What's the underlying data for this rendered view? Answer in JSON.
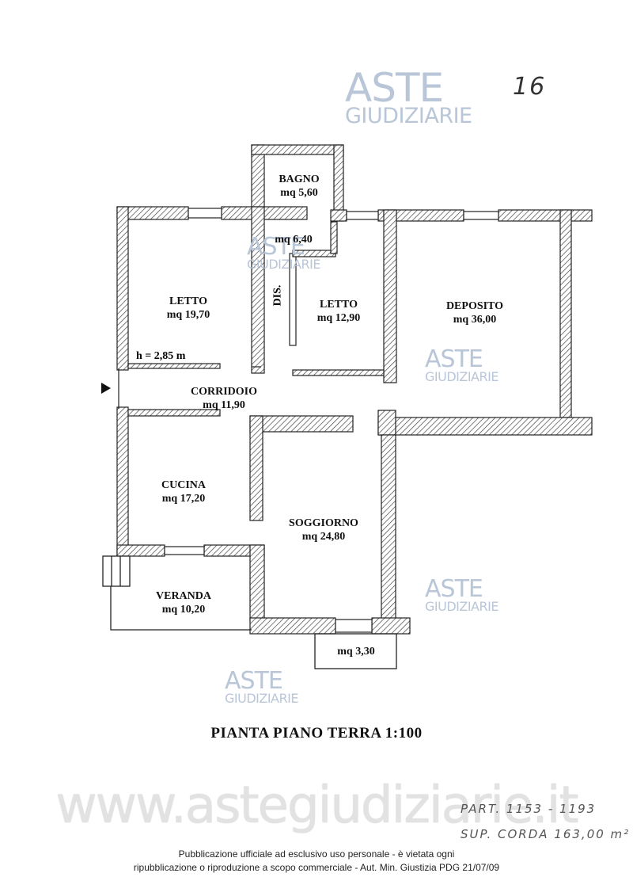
{
  "page_number": "16",
  "watermark": {
    "brand_line1": "ASTE",
    "brand_line2": "GIUDIZIARIE",
    "site": "www.astegiudiziarie.it"
  },
  "rooms": [
    {
      "id": "bagno",
      "name": "BAGNO",
      "area": "mq 5,60"
    },
    {
      "id": "dis",
      "name": "DIS.",
      "area": "mq 6,40"
    },
    {
      "id": "letto1",
      "name": "LETTO",
      "area": "mq 19,70"
    },
    {
      "id": "letto2",
      "name": "LETTO",
      "area": "mq 12,90"
    },
    {
      "id": "deposito",
      "name": "DEPOSITO",
      "area": "mq 36,00"
    },
    {
      "id": "corridoio",
      "name": "CORRIDOIO",
      "area": "mq 11,90"
    },
    {
      "id": "cucina",
      "name": "CUCINA",
      "area": "mq 17,20"
    },
    {
      "id": "soggiorno",
      "name": "SOGGIORNO",
      "area": "mq 24,80"
    },
    {
      "id": "veranda",
      "name": "VERANDA",
      "area": "mq 10,20"
    },
    {
      "id": "balcone",
      "name": "",
      "area": "mq 3,30"
    }
  ],
  "height_label": "h = 2,85 m",
  "plan_title": "PIANTA PIANO TERRA 1:100",
  "handwritten": {
    "line1": "PART. 1153 - 1193",
    "line2": "SUP. CORDA 163,00 m²"
  },
  "notice": {
    "line1": "Pubblicazione ufficiale ad esclusivo uso personale - è vietata ogni",
    "line2": "ripubblicazione o riproduzione a scopo commerciale - Aut. Min. Giustizia PDG 21/07/09"
  }
}
